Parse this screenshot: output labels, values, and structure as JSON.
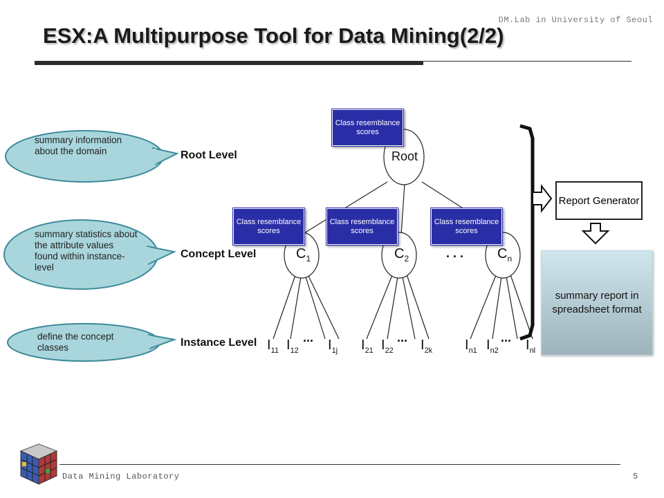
{
  "header": {
    "lab": "DM.Lab in University of Seoul",
    "title": "ESX:A Multipurpose Tool for Data Mining(2/2)"
  },
  "footer": {
    "text": "Data Mining Laboratory",
    "page": "5"
  },
  "levels": {
    "root": "Root Level",
    "concept": "Concept Level",
    "instance": "Instance Level"
  },
  "callouts": {
    "root": "summary information about the domain",
    "concept": "summary statistics about the attribute values found within instance-level",
    "instance": "define the concept classes"
  },
  "class_box_label": "Class resemblance scores",
  "nodes": {
    "root": "Root",
    "c1": "C",
    "c1_sub": "1",
    "c2": "C",
    "c2_sub": "2",
    "cn": "C",
    "cn_sub": "n",
    "dots": ". . ."
  },
  "instances": [
    {
      "base": "I",
      "sub": "11"
    },
    {
      "base": "I",
      "sub": "12"
    },
    {
      "base": "I",
      "sub": "1j"
    },
    {
      "base": "I",
      "sub": "21"
    },
    {
      "base": "I",
      "sub": "22"
    },
    {
      "base": "I",
      "sub": "2k"
    },
    {
      "base": "I",
      "sub": "n1"
    },
    {
      "base": "I",
      "sub": "n2"
    },
    {
      "base": "I",
      "sub": "nl"
    }
  ],
  "instance_dots": "...",
  "report_generator": "Report Generator",
  "summary_report": "summary report in spreadsheet format",
  "colors": {
    "callout_fill": "#a9d6dc",
    "box_blue": "#2a2ea6"
  }
}
